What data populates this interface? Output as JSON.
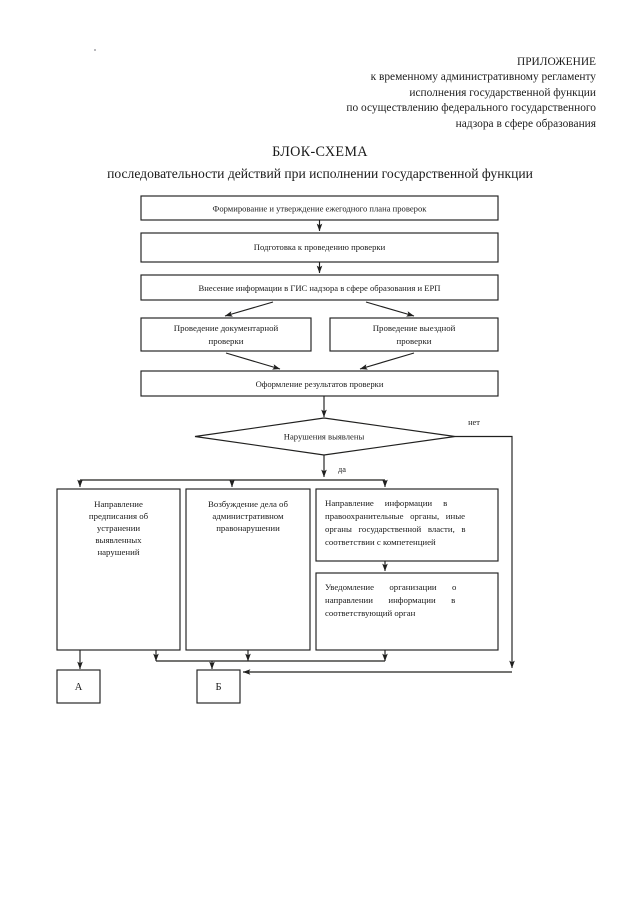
{
  "document": {
    "header_lines": [
      "ПРИЛОЖЕНИЕ",
      "к временному административному регламенту",
      "исполнения государственной функции",
      "по осуществлению федерального государственного",
      "надзора в сфере образования"
    ],
    "title": "БЛОК-СХЕМА",
    "subtitle": "последовательности действий при исполнении государственной функции"
  },
  "flowchart": {
    "type": "flowchart",
    "orientation": "top-to-bottom",
    "nodes": [
      {
        "id": "n1",
        "shape": "process",
        "text": "Формирование и утверждение ежегодного плана проверок"
      },
      {
        "id": "n2",
        "shape": "process",
        "text": "Подготовка к проведению проверки"
      },
      {
        "id": "n3",
        "shape": "process",
        "text": "Внесение информации в ГИС надзора в сфере образования и ЕРП"
      },
      {
        "id": "n4",
        "shape": "process",
        "line1": "Проведение документарной",
        "line2": "проверки"
      },
      {
        "id": "n5",
        "shape": "process",
        "line1": "Проведение выездной",
        "line2": "проверки"
      },
      {
        "id": "n6",
        "shape": "process",
        "text": "Оформление результатов проверки"
      },
      {
        "id": "n7",
        "shape": "decision",
        "text": "Нарушения выявлены"
      },
      {
        "id": "n8",
        "shape": "process",
        "lines": [
          "Направление",
          "предписания об",
          "устранении",
          "выявленных",
          "нарушений"
        ]
      },
      {
        "id": "n9",
        "shape": "process",
        "lines": [
          "Возбуждение дела об",
          "административном",
          "правонарушении"
        ]
      },
      {
        "id": "n10",
        "shape": "process",
        "lines": [
          "Направление     информации     в",
          "правоохранительные   органы,   иные",
          "органы   государственной   власти,   в",
          "соответствии с компетенцией"
        ]
      },
      {
        "id": "n11",
        "shape": "process",
        "lines": [
          "Уведомление       организации       о",
          "направлении       информации       в",
          "соответствующий орган"
        ]
      },
      {
        "id": "n12",
        "shape": "terminator",
        "text": "А"
      },
      {
        "id": "n13",
        "shape": "terminator",
        "text": "Б"
      }
    ],
    "edge_labels": {
      "yes": "да",
      "no": "нет"
    },
    "colors": {
      "stroke": "#20201f",
      "fill": "#ffffff",
      "text": "#1a1a1a"
    }
  }
}
